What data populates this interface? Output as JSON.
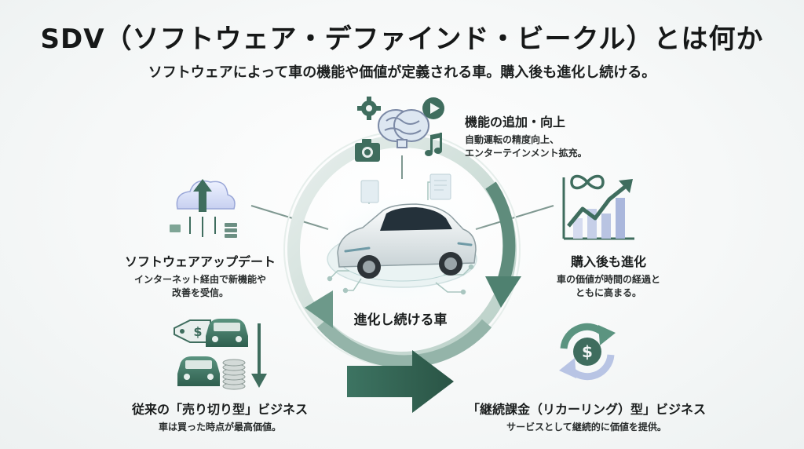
{
  "title": "SDV（ソフトウェア・デファインド・ビークル）とは何か",
  "subtitle": "ソフトウェアによって車の機能や価値が定義される車。購入後も進化し続ける。",
  "center_label": "進化し続ける車",
  "features": {
    "top": {
      "heading": "機能の追加・向上",
      "lines": [
        "自動運転の精度向上、",
        "エンターテインメント拡充。"
      ]
    },
    "left": {
      "heading": "ソフトウェアアップデート",
      "lines": [
        "インターネット経由で新機能や",
        "改善を受信。"
      ]
    },
    "right": {
      "heading": "購入後も進化",
      "lines": [
        "車の価値が時間の経過と",
        "ともに高まる。"
      ]
    }
  },
  "models": {
    "old": {
      "heading": "従来の「売り切り型」ビジネス",
      "desc": "車は買った時点が最高価値。"
    },
    "new": {
      "heading": "「継続課金（リカーリング）型」ビジネス",
      "desc": "サービスとして継続的に価値を提供。"
    }
  },
  "icons": [
    "gear-icon",
    "brain-icon",
    "play-icon",
    "camera-icon",
    "music-icon",
    "cloud-upload-icon",
    "growth-chart-icon",
    "infinity-icon",
    "price-tag-icon",
    "coin-stack-icon",
    "recurring-dollar-icon",
    "arrow-right-icon"
  ],
  "colors": {
    "accent": "#3f7a66",
    "accent_dark": "#2e5e4e",
    "text": "#1c1f1f",
    "ring": "#8fb3a6"
  }
}
